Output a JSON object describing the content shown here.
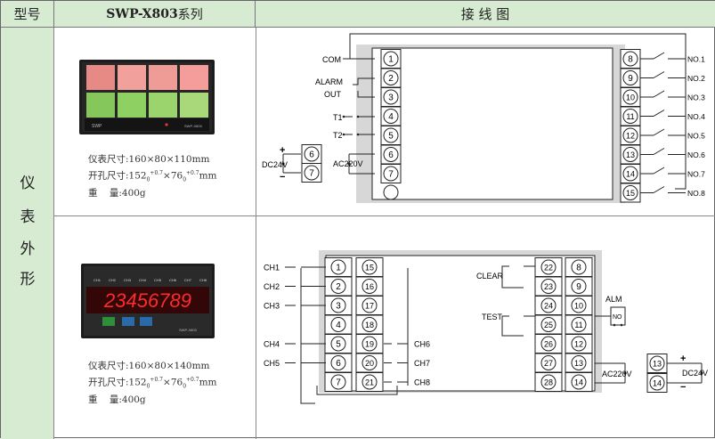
{
  "header": {
    "col1": "型号",
    "col2_bold": "SWP-X803",
    "col2_rest": "系列",
    "col3": "接 线 图"
  },
  "side_label": [
    "仪",
    "表",
    "外",
    "形"
  ],
  "row1": {
    "specs": {
      "size_label": "仪表尺寸:",
      "size_value": "160×80×110mm",
      "hole_label": "开孔尺寸:",
      "hole_w": "152",
      "hole_w_tol_sup": "+0.7",
      "hole_w_tol_sub": "0",
      "hole_x": "×",
      "hole_h": "76",
      "hole_h_tol_sup": "+0.7",
      "hole_h_tol_sub": "0",
      "hole_unit": "mm",
      "weight_label": "重    量:",
      "weight_value": "400g"
    },
    "device": {
      "colors": [
        "#e78a86",
        "#f2a09b",
        "#ef9b96",
        "#f59d9b",
        "#86c75c",
        "#8fd062",
        "#9bd46d",
        "#a9d87b"
      ]
    },
    "wiring": {
      "left_labels": {
        "com": "COM",
        "alarm": "ALARM",
        "out": "OUT",
        "t1": "T1",
        "t2": "T2",
        "ac": "AC220V",
        "dc": "DC24V",
        "plus": "+",
        "minus": "−"
      },
      "left_terms": [
        "1",
        "2",
        "3",
        "4",
        "5",
        "6",
        "7"
      ],
      "right_terms": [
        "8",
        "9",
        "10",
        "11",
        "12",
        "13",
        "14",
        "15"
      ],
      "outputs": [
        "NO.1",
        "NO.2",
        "NO.3",
        "NO.4",
        "NO.5",
        "NO.6",
        "NO.7",
        "NO.8"
      ],
      "dc_terms": [
        "6",
        "7"
      ]
    }
  },
  "row2": {
    "specs": {
      "size_label": "仪表尺寸:",
      "size_value": "160×80×140mm",
      "hole_label": "开孔尺寸:",
      "hole_w": "152",
      "hole_w_tol_sup": "+0.7",
      "hole_w_tol_sub": "0",
      "hole_x": "×",
      "hole_h": "76",
      "hole_h_tol_sup": "+0.7",
      "hole_h_tol_sub": "0",
      "hole_unit": "mm",
      "weight_label": "重    量:",
      "weight_value": "400g"
    },
    "device": {
      "digits": "23456789",
      "ch_labels": [
        "CH1",
        "CH2",
        "CH3",
        "CH4",
        "CH5",
        "CH6",
        "CH7",
        "CH8"
      ]
    },
    "wiring": {
      "ch_left": [
        "CH1",
        "CH2",
        "CH3",
        "CH4",
        "CH5"
      ],
      "ch_right": [
        "CH6",
        "CH7",
        "CH8"
      ],
      "col1": [
        "1",
        "2",
        "3",
        "4",
        "5",
        "6",
        "7"
      ],
      "col2": [
        "15",
        "16",
        "17",
        "18",
        "19",
        "20",
        "21"
      ],
      "col3": [
        "22",
        "23",
        "24",
        "25",
        "26",
        "27",
        "28"
      ],
      "col4": [
        "8",
        "9",
        "10",
        "11",
        "12",
        "13",
        "14"
      ],
      "clear": "CLEAR",
      "test": "TEST",
      "alm": "ALM",
      "no": "NO",
      "ac": "AC220V",
      "dc": "DC24V",
      "dc_terms": [
        "13",
        "14"
      ],
      "plus": "+",
      "minus": "−"
    }
  }
}
